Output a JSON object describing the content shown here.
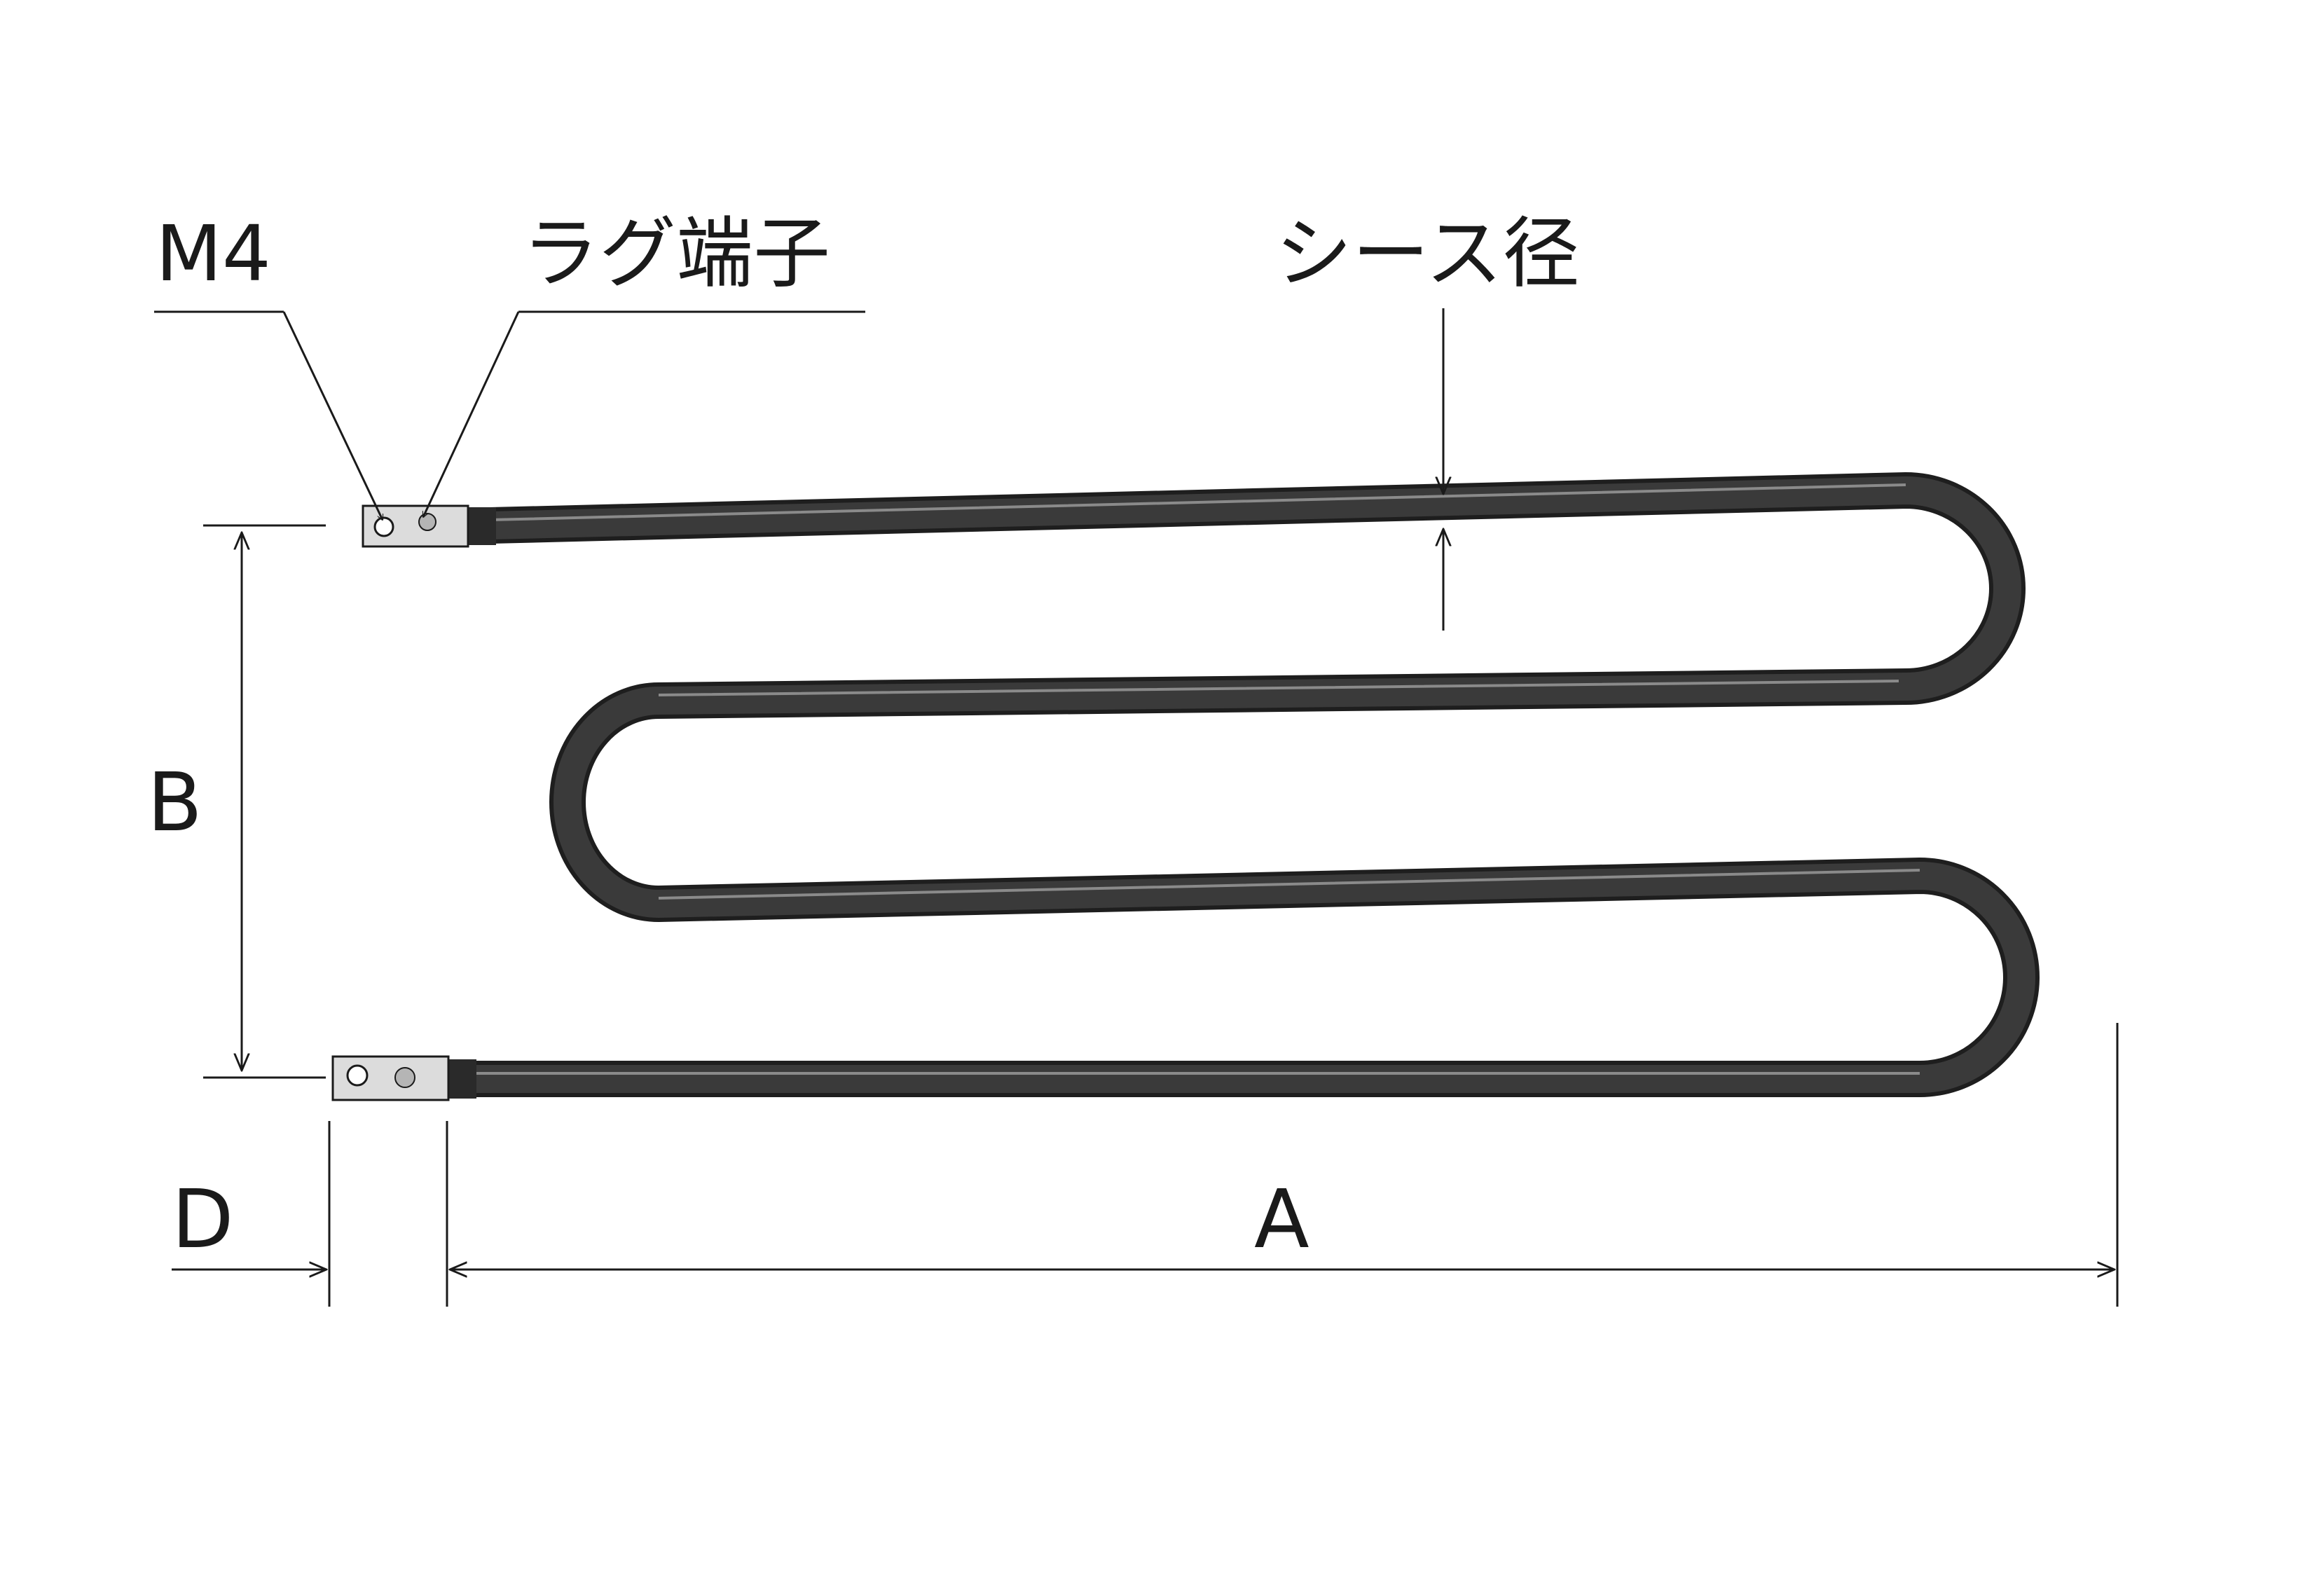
{
  "labels": {
    "m4": "M4",
    "lug_terminal": "ラグ端子",
    "sheath_diameter": "シース径",
    "dim_a": "A",
    "dim_b": "B",
    "dim_d": "D"
  },
  "colors": {
    "background": "#ffffff",
    "ink": "#1a1a1a",
    "sheath": "#2b2b2b",
    "sheath_highlight": "#7a7a7a",
    "terminal": "#d9d9d9"
  }
}
